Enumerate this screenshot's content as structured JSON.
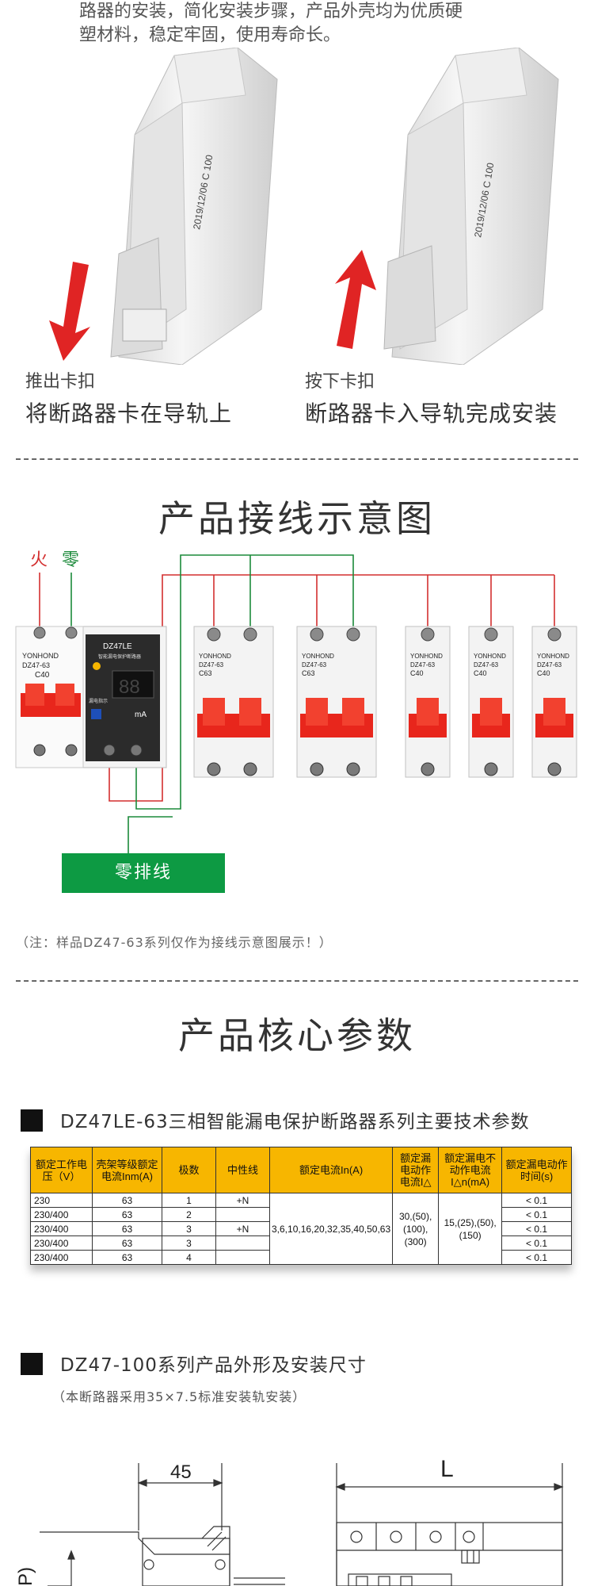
{
  "intro": {
    "line1": "路器的安装，简化安装步骤，产品外壳均为优质硬",
    "line2": "塑材料，稳定牢固，使用寿命长。"
  },
  "install_steps": [
    {
      "small": "推出卡扣",
      "big": "将断路器卡在导轨上",
      "breaker_print": "2019/12/06 C 100"
    },
    {
      "small": "按下卡扣",
      "big": "断路器卡入导轨完成安装",
      "breaker_print": "2019/12/06 C 100"
    }
  ],
  "wiring": {
    "title": "产品接线示意图",
    "fire_label": "火",
    "zero_label": "零",
    "leakage_breaker": {
      "brand": "YONHOND",
      "model": "DZ47-63",
      "rating": "C40",
      "panel_model": "DZ47LE",
      "panel_sub": "智能漏电保护断路器",
      "display_value": "88",
      "display_unit": "mA",
      "panel_caption": "漏电指示"
    },
    "breakers": [
      {
        "brand": "YONHOND",
        "model": "DZ47-63",
        "rating": "C63"
      },
      {
        "brand": "YONHOND",
        "model": "DZ47-63",
        "rating": "C63"
      },
      {
        "brand": "YONHOND",
        "model": "DZ47-63",
        "rating": "C40"
      },
      {
        "brand": "YONHOND",
        "model": "DZ47-63",
        "rating": "C40"
      },
      {
        "brand": "YONHOND",
        "model": "DZ47-63",
        "rating": "C40"
      }
    ],
    "neutral_bar_label": "零排线",
    "note": "（注：样品DZ47-63系列仅作为接线示意图展示！）",
    "colors": {
      "live": "#d32f2f",
      "neutral": "#1b8a3a",
      "handle": "#e8261c"
    }
  },
  "params": {
    "title": "产品核心参数",
    "table_heading": "DZ47LE-63三相智能漏电保护断路器系列主要技术参数",
    "header_color": "#f7b600",
    "columns": [
      "额定工作电压（V）",
      "壳架等级额定电流Inm(A)",
      "极数",
      "中性线",
      "额定电流In(A)",
      "额定漏电动作电流I△",
      "额定漏电不动作电流I△n(mA)",
      "额定漏电动作时间(s)"
    ],
    "rows": [
      {
        "voltage": "230",
        "frame": "63",
        "poles": "1",
        "neutral": "+N",
        "time": "< 0.1"
      },
      {
        "voltage": "230/400",
        "frame": "63",
        "poles": "2",
        "neutral": "",
        "time": "< 0.1"
      },
      {
        "voltage": "230/400",
        "frame": "63",
        "poles": "3",
        "neutral": "+N",
        "time": "< 0.1"
      },
      {
        "voltage": "230/400",
        "frame": "63",
        "poles": "3",
        "neutral": "",
        "time": "< 0.1"
      },
      {
        "voltage": "230/400",
        "frame": "63",
        "poles": "4",
        "neutral": "",
        "time": "< 0.1"
      }
    ],
    "rated_current": "3,6,10,16,20,32,35,40,50,63",
    "leak_action": "30,(50),(100),(300)",
    "leak_no_action": "15,(25),(50),(150)"
  },
  "dimensions": {
    "heading": "DZ47-100系列产品外形及安装尺寸",
    "note": "（本断路器采用35×7.5标准安装轨安装）",
    "width_label": "45",
    "length_label": "L",
    "side_label": "P)"
  }
}
